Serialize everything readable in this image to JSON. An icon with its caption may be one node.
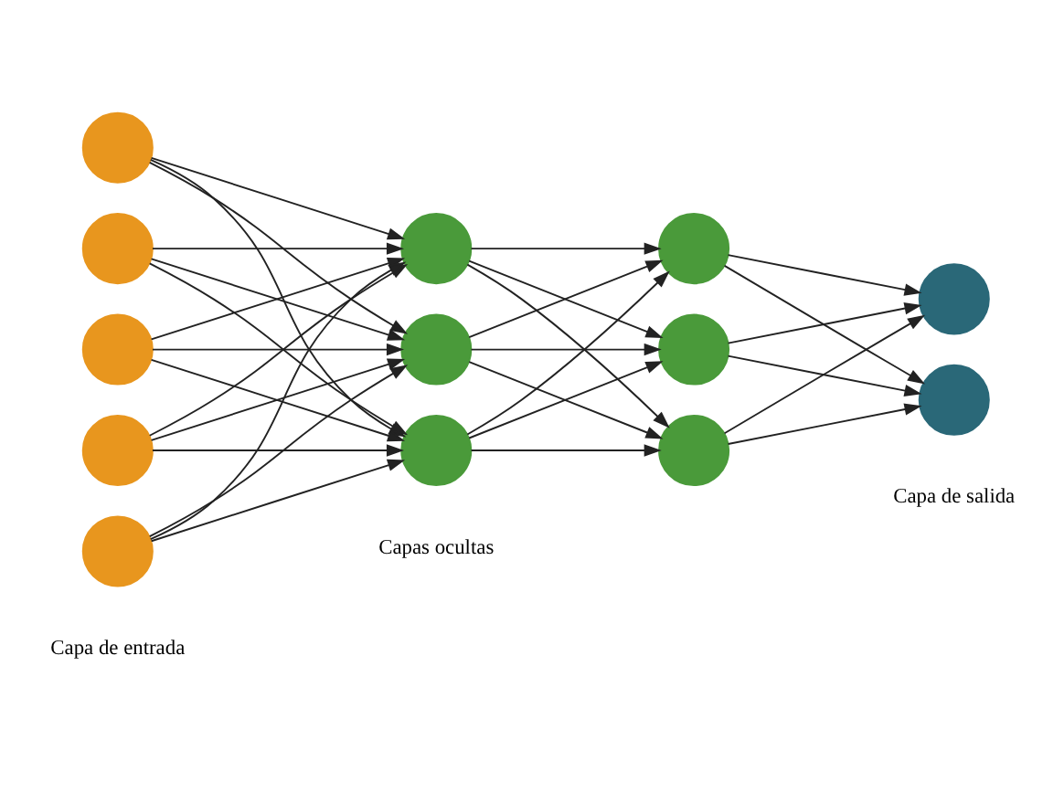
{
  "diagram": {
    "nodes": [
      {
        "text": [],
        "shape": "circle"
      },
      {
        "text": [],
        "shape": "circle"
      },
      {
        "text": [],
        "shape": "circle"
      },
      {
        "text": [],
        "shape": "circle"
      },
      {
        "text": [],
        "shape": "circle"
      },
      {
        "text": [],
        "shape": "circle"
      },
      {
        "text": [],
        "shape": "circle"
      },
      {
        "text": [],
        "shape": "circle"
      },
      {
        "text": [],
        "shape": "circle"
      },
      {
        "text": [],
        "shape": "circle"
      },
      {
        "text": [],
        "shape": "circle"
      },
      {
        "text": [],
        "shape": "circle"
      },
      {
        "text": [],
        "shape": "circle"
      }
    ],
    "edges": [
      {
        "from": 0,
        "to": 5,
        "arrow": "to"
      },
      {
        "from": 0,
        "to": 6,
        "arrow": "to"
      },
      {
        "from": 0,
        "to": 7,
        "arrow": "to"
      },
      {
        "from": 1,
        "to": 5,
        "arrow": "to"
      },
      {
        "from": 1,
        "to": 6,
        "arrow": "to"
      },
      {
        "from": 1,
        "to": 7,
        "arrow": "to"
      },
      {
        "from": 2,
        "to": 5,
        "arrow": "to"
      },
      {
        "from": 2,
        "to": 6,
        "arrow": "to"
      },
      {
        "from": 2,
        "to": 7,
        "arrow": "to"
      },
      {
        "from": 3,
        "to": 5,
        "arrow": "to"
      },
      {
        "from": 3,
        "to": 6,
        "arrow": "to"
      },
      {
        "from": 3,
        "to": 7,
        "arrow": "to"
      },
      {
        "from": 4,
        "to": 5,
        "arrow": "to"
      },
      {
        "from": 4,
        "to": 6,
        "arrow": "to"
      },
      {
        "from": 4,
        "to": 7,
        "arrow": "to"
      },
      {
        "from": 5,
        "to": 8,
        "arrow": "to"
      },
      {
        "from": 5,
        "to": 9,
        "arrow": "to"
      },
      {
        "from": 5,
        "to": 10,
        "arrow": "to"
      },
      {
        "from": 6,
        "to": 8,
        "arrow": "to"
      },
      {
        "from": 6,
        "to": 9,
        "arrow": "to"
      },
      {
        "from": 6,
        "to": 10,
        "arrow": "to"
      },
      {
        "from": 7,
        "to": 8,
        "arrow": "to"
      },
      {
        "from": 7,
        "to": 9,
        "arrow": "to"
      },
      {
        "from": 7,
        "to": 10,
        "arrow": "to"
      },
      {
        "from": 8,
        "to": 11,
        "arrow": "to"
      },
      {
        "from": 8,
        "to": 12,
        "arrow": "to"
      },
      {
        "from": 9,
        "to": 11,
        "arrow": "to"
      },
      {
        "from": 9,
        "to": 12,
        "arrow": "to"
      },
      {
        "from": 10,
        "to": 11,
        "arrow": "to"
      },
      {
        "from": 10,
        "to": 12,
        "arrow": "to"
      }
    ],
    "labels": [
      "Capa de salida",
      "Capas ocultas",
      "Capa de entrada"
    ]
  }
}
